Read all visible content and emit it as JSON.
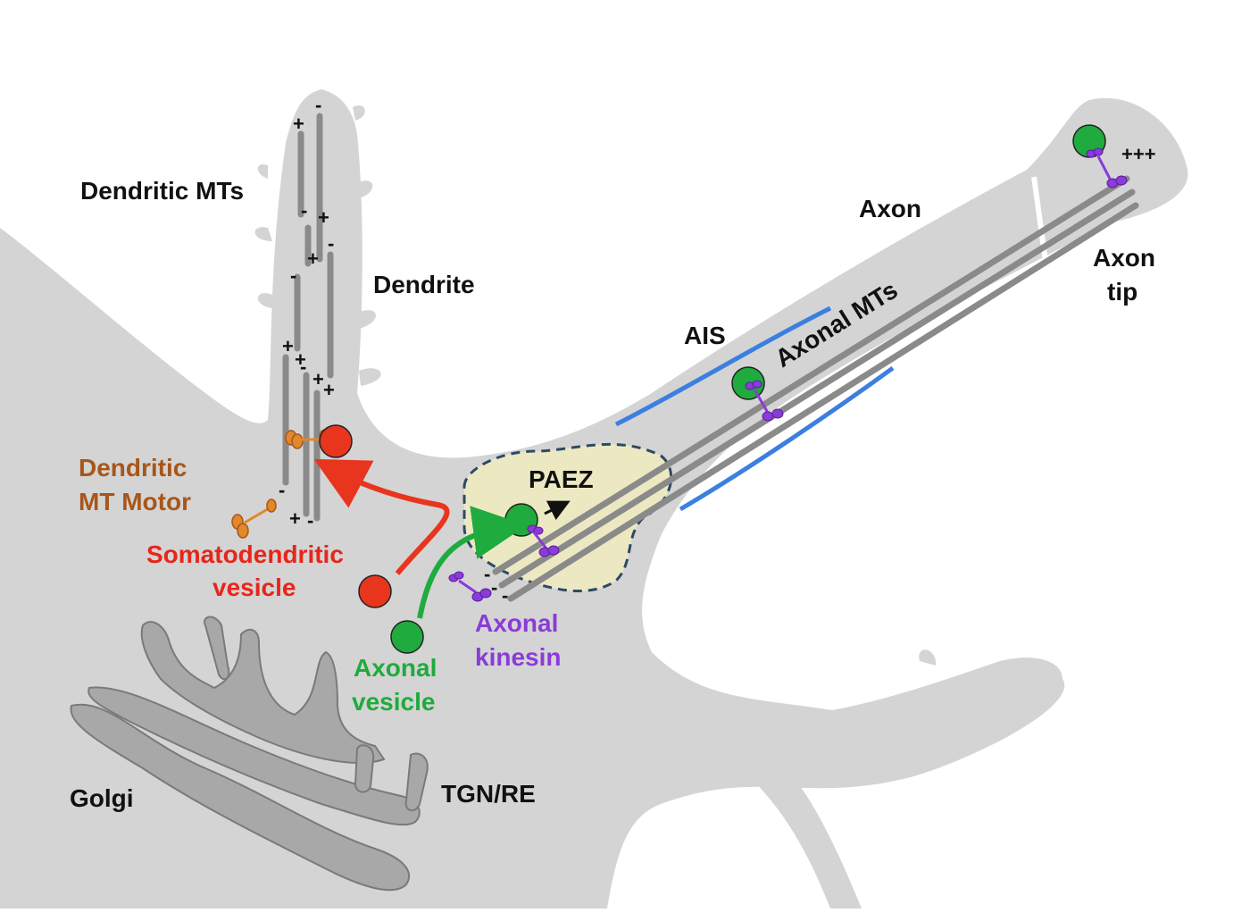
{
  "labels": {
    "dendritic_mts": "Dendritic MTs",
    "dendrite": "Dendrite",
    "axon": "Axon",
    "axon_tip_line1": "Axon",
    "axon_tip_line2": "tip",
    "axonal_mts": "Axonal MTs",
    "ais": "AIS",
    "paez": "PAEZ",
    "dendritic_motor_line1": "Dendritic",
    "dendritic_motor_line2": "MT Motor",
    "somatodendritic_line1": "Somatodendritic",
    "somatodendritic_line2": "vesicle",
    "axonal_vesicle_line1": "Axonal",
    "axonal_vesicle_line2": "vesicle",
    "axonal_kinesin_line1": "Axonal",
    "axonal_kinesin_line2": "kinesin",
    "golgi": "Golgi",
    "tgn_re": "TGN/RE"
  },
  "signs": {
    "plus": "+",
    "minus": "-",
    "triple_plus": "+++"
  },
  "colors": {
    "cell_body": "#d4d4d4",
    "microtubule": "#8a8a8a",
    "ais": "#3b7fe0",
    "paez_fill": "#ece9c2",
    "paez_border": "#2d4a66",
    "somatodendritic": "#e8351e",
    "axonal_vesicle": "#1fab3d",
    "kinesin": "#8a3bd9",
    "dendritic_motor": "#e2872a",
    "golgi_fill": "#a8a8a8",
    "text_dark": "#111111",
    "text_motor": "#a8561a",
    "text_red": "#e8251b",
    "text_green": "#1fab3d",
    "text_purple": "#8a3bd9"
  }
}
